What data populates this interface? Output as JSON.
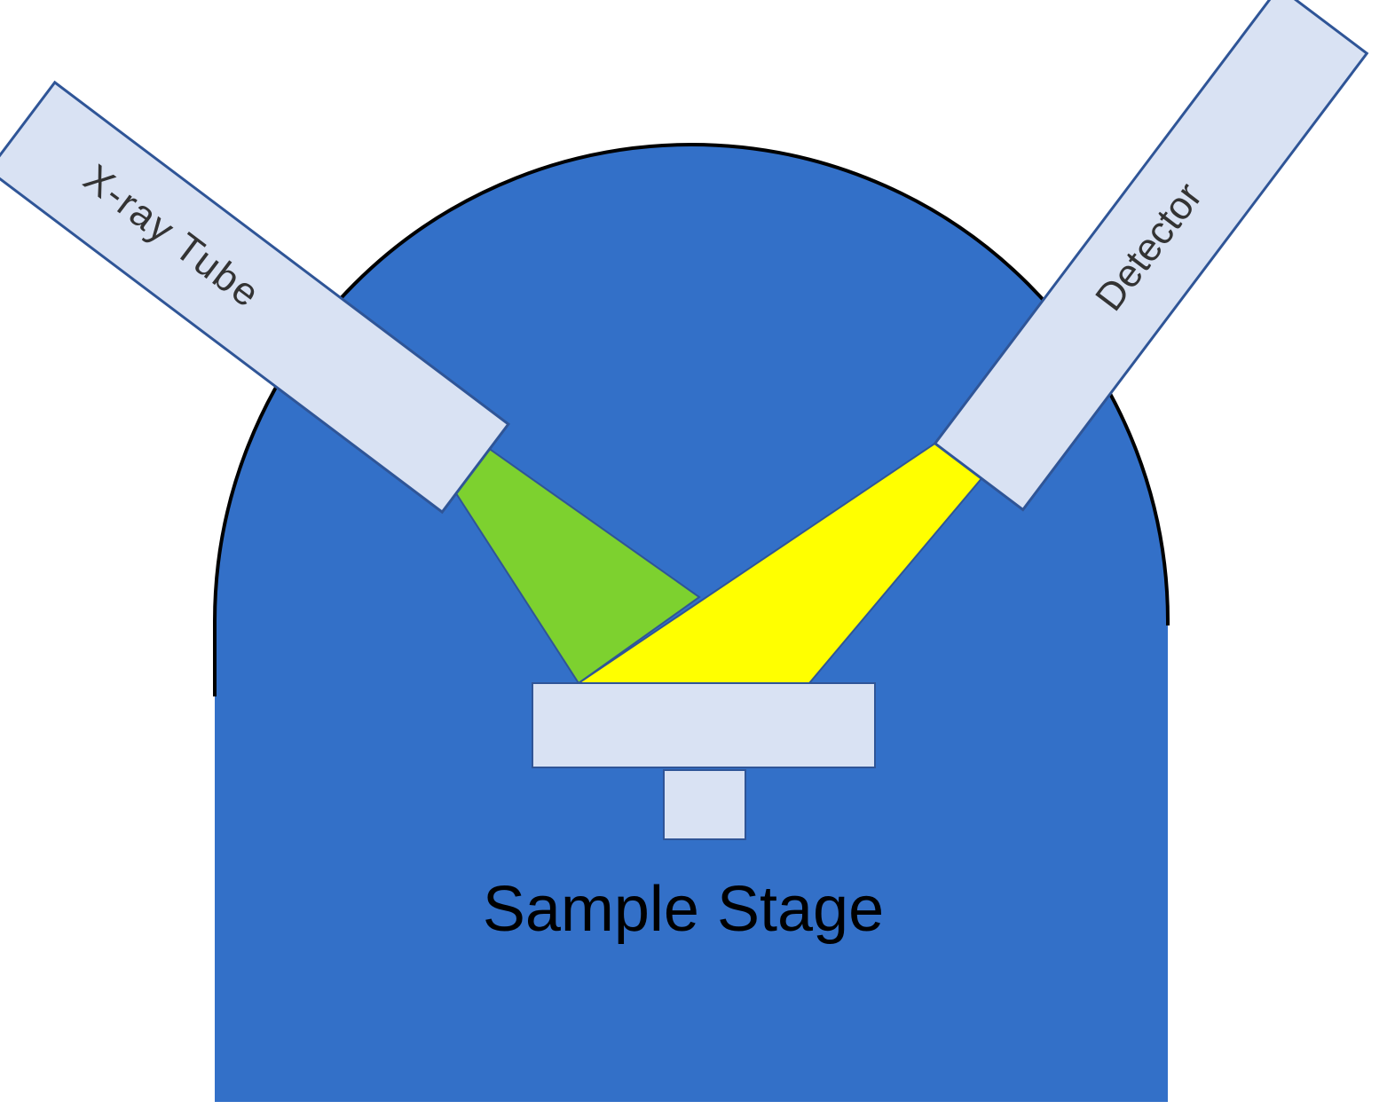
{
  "labels": {
    "xray_tube": "X-ray Tube",
    "detector": "Detector",
    "sample_stage": "Sample Stage"
  },
  "colors": {
    "background": "#ffffff",
    "chamber": "#3370c8",
    "component": "#d9e2f3",
    "component_border": "#2f5597",
    "incident_beam": "#7dd12f",
    "diffracted_beam": "#ffff00",
    "outline": "#000000"
  }
}
